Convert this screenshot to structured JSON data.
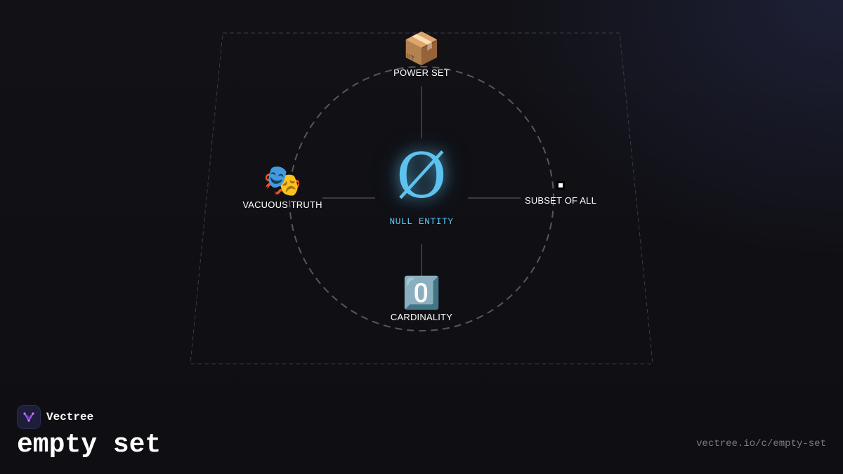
{
  "diagram": {
    "center": {
      "symbol": "Ø",
      "label": "NULL ENTITY",
      "color": "#5ec2f0"
    },
    "nodes": {
      "top": {
        "icon": "package-icon",
        "emoji": "📦",
        "label": "POWER SET"
      },
      "left": {
        "icon": "performing-arts-masks-icon",
        "emoji": "🎭",
        "label": "VACUOUS TRUTH"
      },
      "right": {
        "icon": "subset-square-icon",
        "label": "SUBSET OF ALL"
      },
      "bottom": {
        "icon": "keycap-zero-icon",
        "emoji": "0️⃣",
        "label": "CARDINALITY"
      }
    },
    "line_color": "#55555c",
    "circle_color": "#56565c"
  },
  "brand": {
    "name": "Vectree",
    "logo_icon": "vectree-logo-icon",
    "accent": "#a855f7"
  },
  "page": {
    "title": "empty set",
    "url": "vectree.io/c/empty-set"
  }
}
